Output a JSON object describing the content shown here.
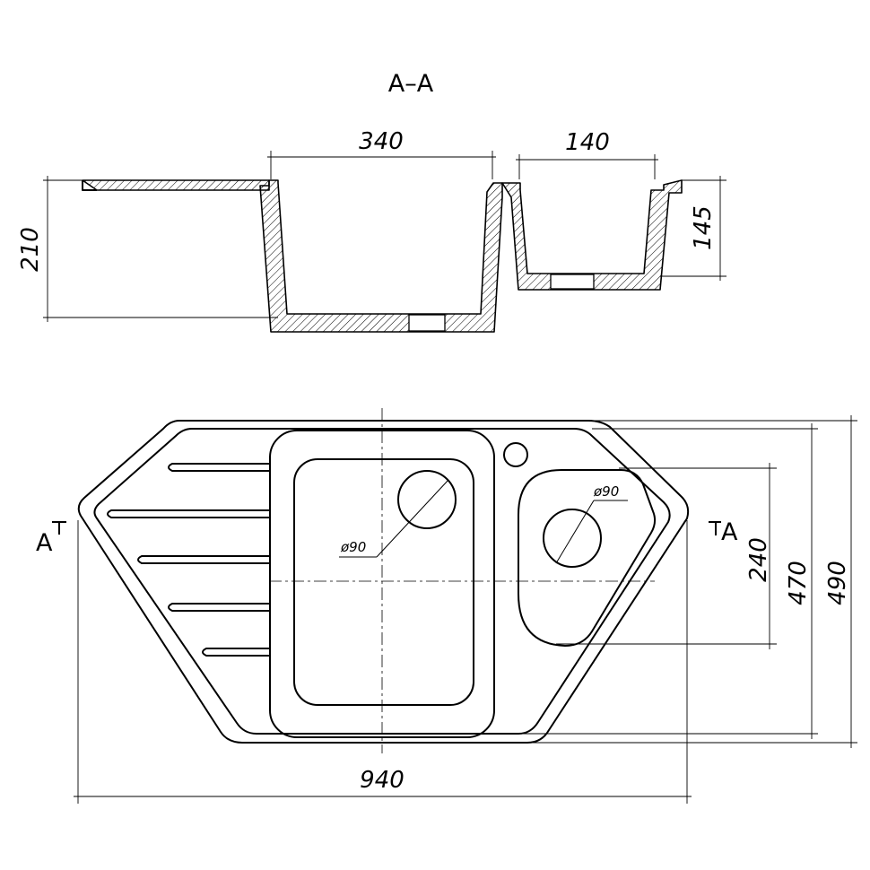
{
  "section": {
    "title": "A–A",
    "dims": {
      "width_left": "340",
      "width_right": "140",
      "height_total": "210",
      "height_right": "145"
    }
  },
  "plan": {
    "cut_marker": "A",
    "dims": {
      "overall_width": "940",
      "overall_depth": "490",
      "inner_depth": "470",
      "small_bowl": "240"
    },
    "drains": {
      "large": "ø90",
      "small": "ø90"
    }
  }
}
